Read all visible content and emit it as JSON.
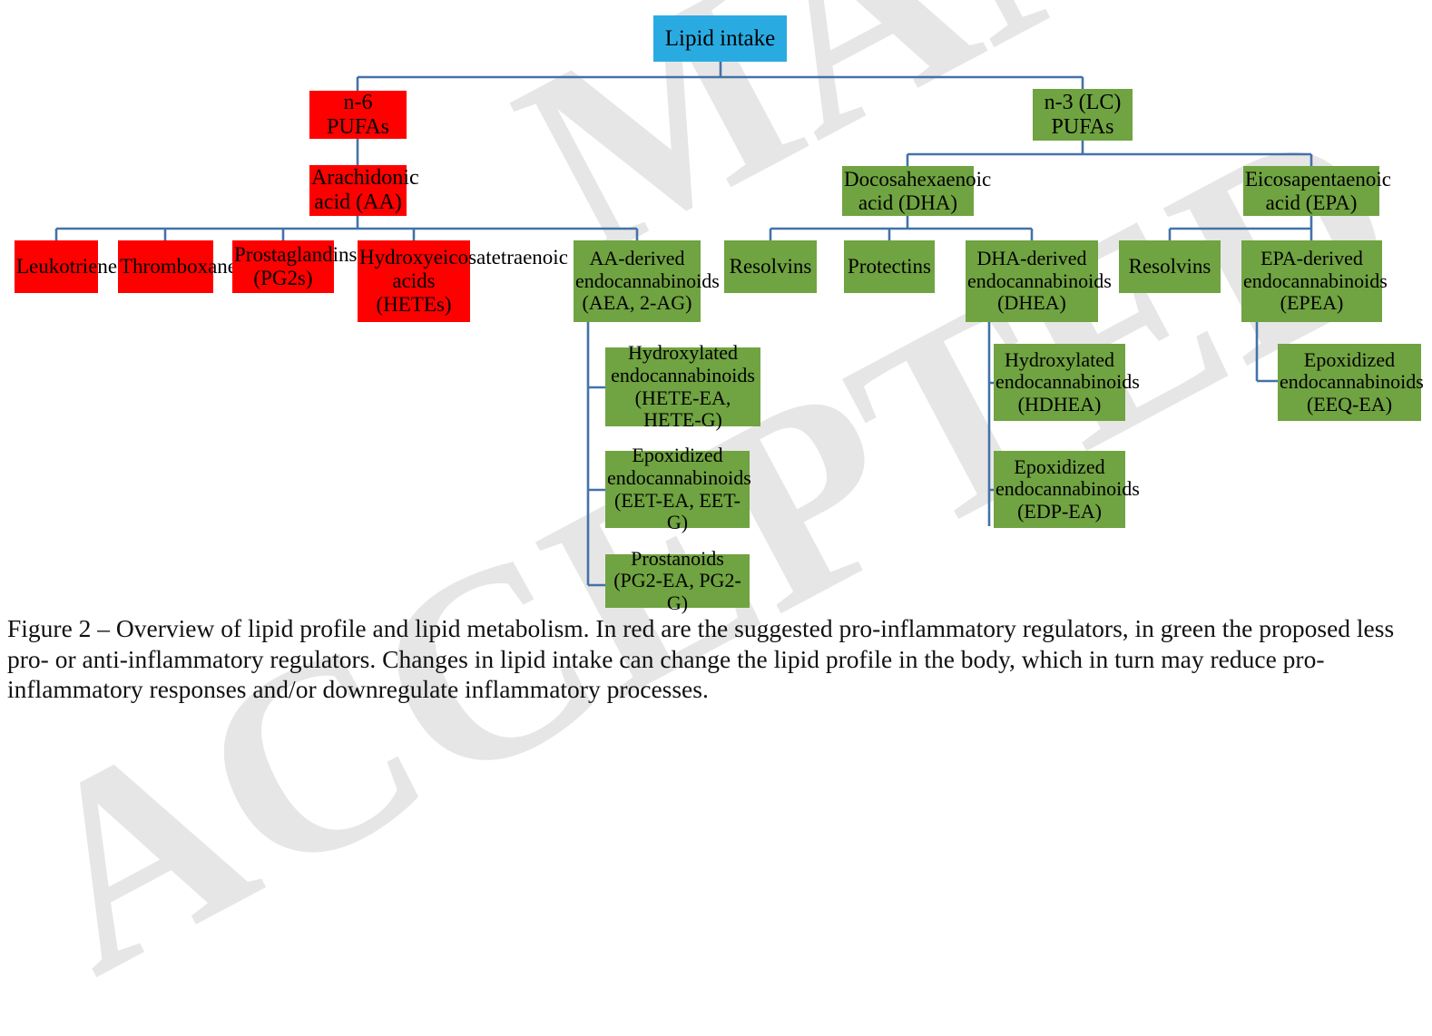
{
  "figure": {
    "caption": "Figure 2 – Overview of lipid profile and lipid metabolism. In red are the suggested pro-inflammatory regulators, in green the proposed less pro- or anti-inflammatory regulators. Changes in lipid intake can change the lipid profile in the body, which in turn may reduce pro-inflammatory responses and/or downregulate inflammatory processes.",
    "watermark": "ACCEPTED MANUSCRIPT",
    "colors": {
      "root": "#29ABE2",
      "pro_inflammatory": "#FF0000",
      "anti_inflammatory": "#70A341",
      "connector": "#4472A8"
    }
  },
  "nodes": {
    "root": {
      "label": "Lipid intake",
      "color": "root"
    },
    "n6": {
      "label": "n-6 PUFAs",
      "color": "pro_inflammatory"
    },
    "aa": {
      "label": "Arachidonic acid (AA)",
      "color": "pro_inflammatory"
    },
    "leukotrienes": {
      "label": "Leukotrienes",
      "color": "pro_inflammatory"
    },
    "thromboxanes": {
      "label": "Thromboxanes",
      "color": "pro_inflammatory"
    },
    "prostaglandins": {
      "label": "Prostaglandins (PG2s)",
      "color": "pro_inflammatory"
    },
    "hetes": {
      "label": "Hydroxyeicosatetraenoic acids (HETEs)",
      "color": "pro_inflammatory"
    },
    "aa_endo": {
      "label": "AA-derived endocannabinoids (AEA, 2-AG)",
      "color": "anti_inflammatory"
    },
    "aa_hydroxylated": {
      "label": "Hydroxylated endocannabinoids (HETE-EA, HETE-G)",
      "color": "anti_inflammatory"
    },
    "aa_epoxidized": {
      "label": "Epoxidized endocannabinoids (EET-EA, EET-G)",
      "color": "anti_inflammatory"
    },
    "aa_prostanoids": {
      "label": "Prostanoids (PG2-EA, PG2-G)",
      "color": "anti_inflammatory"
    },
    "n3": {
      "label": "n-3 (LC) PUFAs",
      "color": "anti_inflammatory"
    },
    "dha": {
      "label": "Docosahexaenoic acid (DHA)",
      "color": "anti_inflammatory"
    },
    "dha_resolvins": {
      "label": "Resolvins",
      "color": "anti_inflammatory"
    },
    "protectins": {
      "label": "Protectins",
      "color": "anti_inflammatory"
    },
    "dha_endo": {
      "label": "DHA-derived endocannabinoids (DHEA)",
      "color": "anti_inflammatory"
    },
    "dha_hydroxylated": {
      "label": "Hydroxylated endocannabinoids (HDHEA)",
      "color": "anti_inflammatory"
    },
    "dha_epoxidized": {
      "label": "Epoxidized endocannabinoids (EDP-EA)",
      "color": "anti_inflammatory"
    },
    "epa": {
      "label": "Eicosapentaenoic acid (EPA)",
      "color": "anti_inflammatory"
    },
    "epa_resolvins": {
      "label": "Resolvins",
      "color": "anti_inflammatory"
    },
    "epa_endo": {
      "label": "EPA-derived endocannabinoids (EPEA)",
      "color": "anti_inflammatory"
    },
    "epa_epoxidized": {
      "label": "Epoxidized endocannabinoids (EEQ-EA)",
      "color": "anti_inflammatory"
    }
  }
}
